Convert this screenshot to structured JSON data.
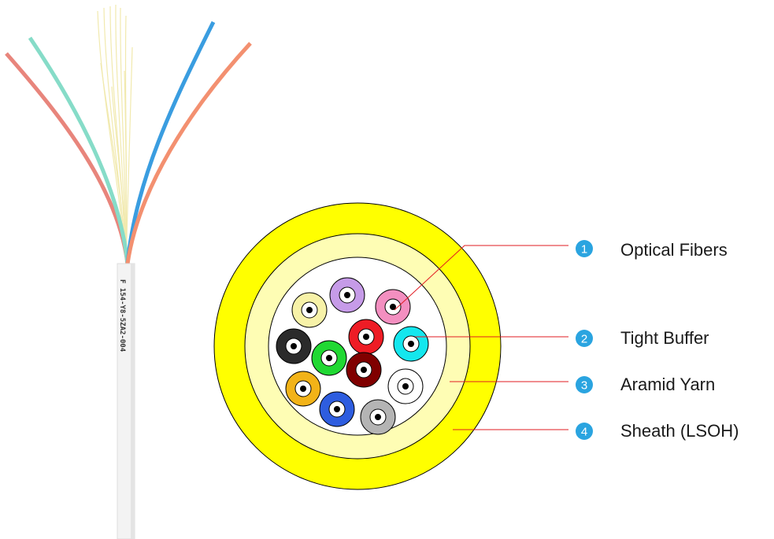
{
  "cable_print": "F 154-Y8-5ZA2-004",
  "callouts": [
    {
      "number": "1",
      "label": "Optical Fibers"
    },
    {
      "number": "2",
      "label": "Tight Buffer"
    },
    {
      "number": "3",
      "label": "Aramid Yarn"
    },
    {
      "number": "4",
      "label": "Sheath (LSOH)"
    }
  ],
  "colors": {
    "sheath": "#ffff00",
    "aramid": "#fefdb4",
    "leader_line": "#e11b22",
    "badge": "#2aa4e0",
    "cable_jacket": "#f3f3f3"
  },
  "fiber_colors": [
    "#f7f2a8",
    "#c69be8",
    "#f38fc0",
    "#ee1c25",
    "#14e7ee",
    "#2b2b2b",
    "#21d833",
    "#800000",
    "#ffffff",
    "#f2b318",
    "#2e5ddf",
    "#b4b4b4"
  ]
}
